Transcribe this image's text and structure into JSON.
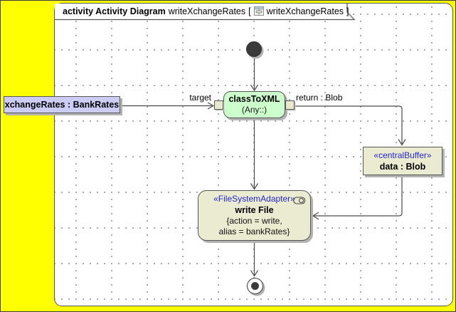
{
  "frame": {
    "title_keyword": "activity Activity Diagram",
    "diagram_name": "writeXchangeRates",
    "context_open": "[",
    "context_name": "writeXchangeRates",
    "context_close": "]"
  },
  "nodes": {
    "class_to_xml": {
      "name": "classToXML",
      "behavior": "(Any::)",
      "input_pin_label": "target",
      "output_pin_label": "return : Blob"
    },
    "xchange_rates": {
      "label": "xchangeRates : BankRates"
    },
    "central_buffer": {
      "stereotype": "«centralBuffer»",
      "label": "data : Blob"
    },
    "write_file": {
      "stereotype": "«FileSystemAdapter»",
      "name": "write File",
      "tagged_values_line1": "{action = write,",
      "tagged_values_line2": "alias = bankRates}"
    }
  },
  "colors": {
    "canvas_background": "#ffff00",
    "frame_background": "#ffffff",
    "action_fill": "#ccffcc",
    "buffer_fill": "#ebebd2",
    "object_node_fill": "#ccccf5",
    "pin_fill": "#e9e9cf",
    "stereotype_text": "#2424cc",
    "edge_stroke": "#4a4a4a",
    "grid_dot": "#9b9b9b"
  }
}
